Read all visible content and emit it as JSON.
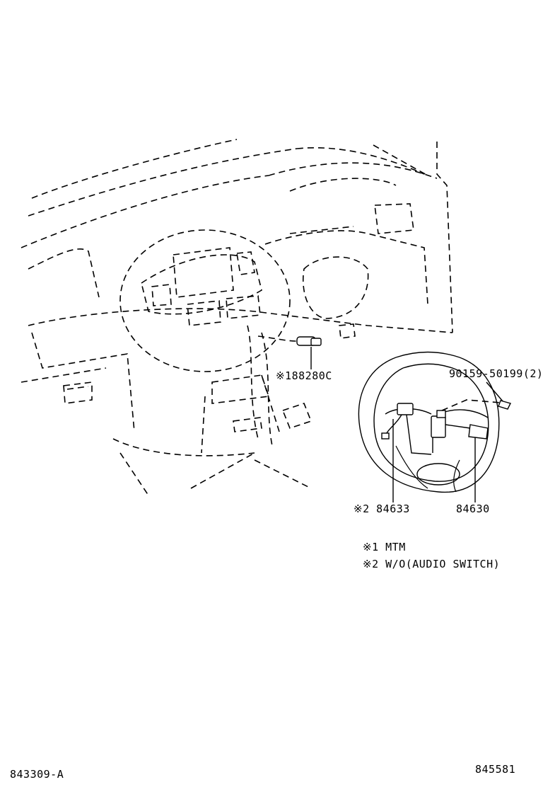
{
  "labels": {
    "part_188280c": "※188280C",
    "part_90159": "90159-50199(2)",
    "part_84633": "※2 84633",
    "part_84630": "84630",
    "note_1": "※1 MTM",
    "note_2": "※2 W/O(AUDIO SWITCH)",
    "footer_left": "843309-A",
    "footer_right": "845581"
  }
}
